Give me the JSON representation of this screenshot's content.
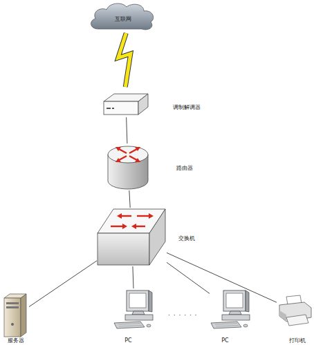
{
  "diagram": {
    "nodes": [
      {
        "text": [
          "互联网"
        ]
      },
      {
        "text": [
          "调制解调器"
        ]
      },
      {
        "text": [
          "路由器"
        ]
      },
      {
        "text": [
          "交换机"
        ]
      },
      {
        "text": [
          "服务器"
        ]
      },
      {
        "text": [
          "PC"
        ]
      },
      {
        "text": [
          "PC"
        ]
      },
      {
        "text": [
          "打印机"
        ]
      }
    ],
    "edges": [
      {
        "from": 0,
        "to": 1,
        "arrow": "none"
      },
      {
        "from": 1,
        "to": 2,
        "arrow": "none"
      },
      {
        "from": 2,
        "to": 3,
        "arrow": "none"
      },
      {
        "from": 3,
        "to": 4,
        "arrow": "none"
      },
      {
        "from": 3,
        "to": 5,
        "arrow": "none"
      },
      {
        "from": 3,
        "to": 6,
        "arrow": "none"
      },
      {
        "from": 3,
        "to": 7,
        "arrow": "none"
      }
    ],
    "labels": [
      "· · · · · ·"
    ]
  }
}
